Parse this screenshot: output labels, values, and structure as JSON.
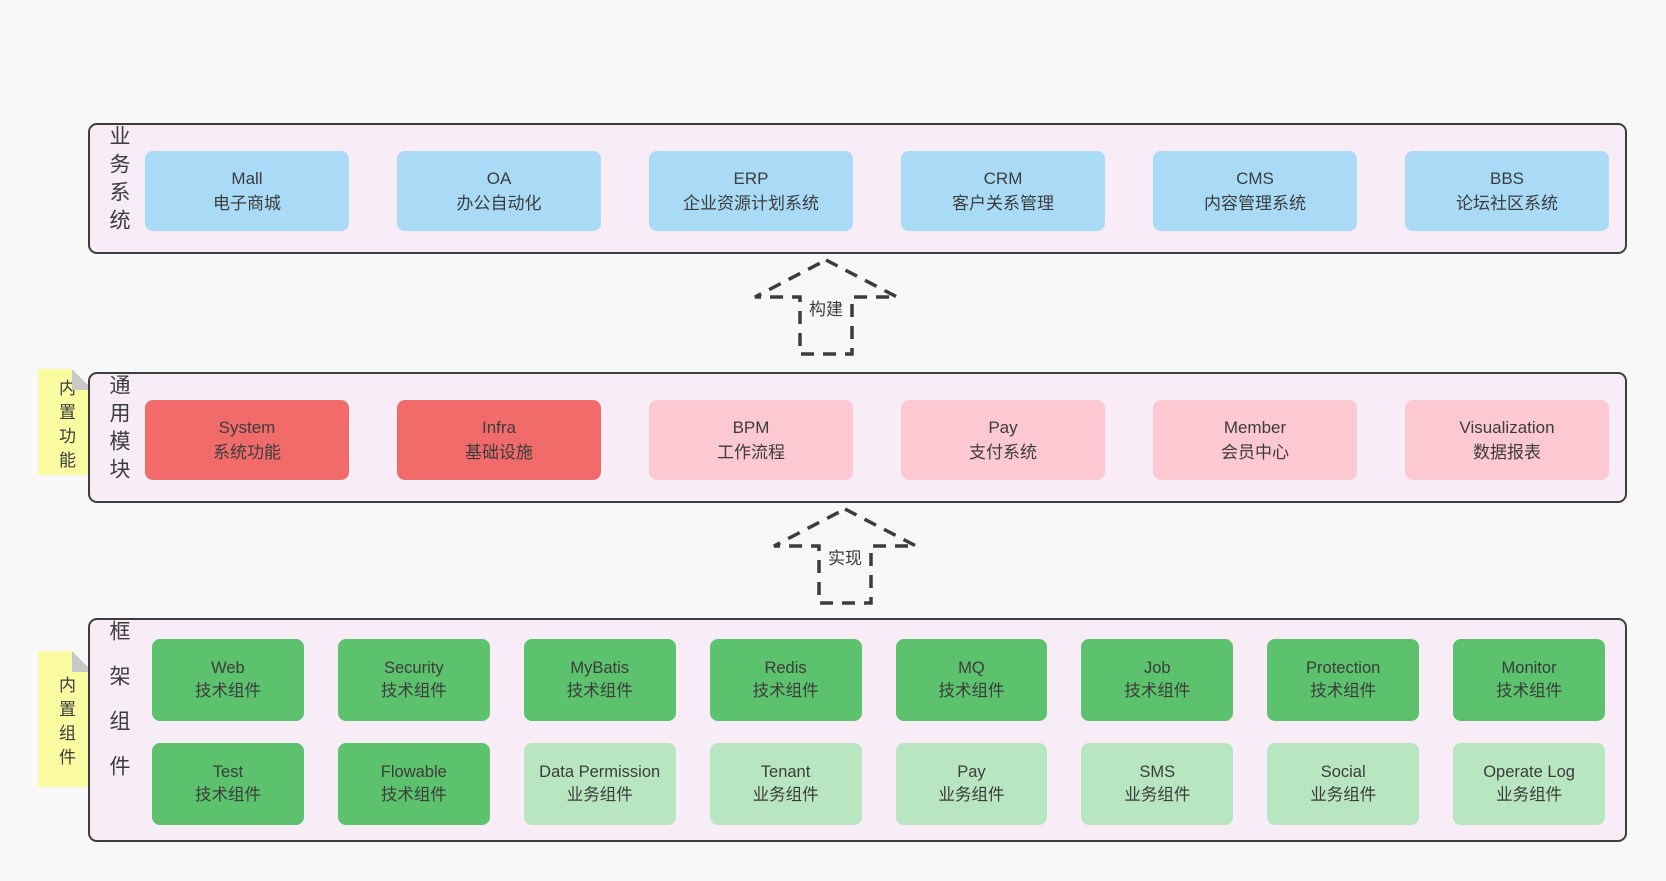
{
  "colors": {
    "page_bg": "#f8f8f8",
    "panel_bg": "#f8ecf6",
    "panel_border": "#3e3e3e",
    "blue_box": "#a9dbf7",
    "red_box": "#f16b6b",
    "pink_box": "#fcc9d3",
    "green_box": "#5cc26d",
    "green_light_box": "#b7e6c0",
    "sticky_note_bg": "#fbfba1",
    "sticky_fold": "#c9c9cc",
    "text": "#3c3c3c"
  },
  "layers": {
    "business": {
      "label": "业务系统",
      "boxes": [
        {
          "name": "Mall",
          "sub": "电子商城",
          "variant": "blue"
        },
        {
          "name": "OA",
          "sub": "办公自动化",
          "variant": "blue"
        },
        {
          "name": "ERP",
          "sub": "企业资源计划系统",
          "variant": "blue"
        },
        {
          "name": "CRM",
          "sub": "客户关系管理",
          "variant": "blue"
        },
        {
          "name": "CMS",
          "sub": "内容管理系统",
          "variant": "blue"
        },
        {
          "name": "BBS",
          "sub": "论坛社区系统",
          "variant": "blue"
        }
      ]
    },
    "modules": {
      "label": "通用模块",
      "note": "内置功能",
      "boxes": [
        {
          "name": "System",
          "sub": "系统功能",
          "variant": "red"
        },
        {
          "name": "Infra",
          "sub": "基础设施",
          "variant": "red"
        },
        {
          "name": "BPM",
          "sub": "工作流程",
          "variant": "pink"
        },
        {
          "name": "Pay",
          "sub": "支付系统",
          "variant": "pink"
        },
        {
          "name": "Member",
          "sub": "会员中心",
          "variant": "pink"
        },
        {
          "name": "Visualization",
          "sub": "数据报表",
          "variant": "pink"
        }
      ]
    },
    "components": {
      "label": "框架组件",
      "note": "内置组件",
      "boxes": [
        {
          "name": "Web",
          "sub": "技术组件",
          "variant": "green"
        },
        {
          "name": "Security",
          "sub": "技术组件",
          "variant": "green"
        },
        {
          "name": "MyBatis",
          "sub": "技术组件",
          "variant": "green"
        },
        {
          "name": "Redis",
          "sub": "技术组件",
          "variant": "green"
        },
        {
          "name": "MQ",
          "sub": "技术组件",
          "variant": "green"
        },
        {
          "name": "Job",
          "sub": "技术组件",
          "variant": "green"
        },
        {
          "name": "Protection",
          "sub": "技术组件",
          "variant": "green"
        },
        {
          "name": "Monitor",
          "sub": "技术组件",
          "variant": "green"
        },
        {
          "name": "Test",
          "sub": "技术组件",
          "variant": "green"
        },
        {
          "name": "Flowable",
          "sub": "技术组件",
          "variant": "green"
        },
        {
          "name": "Data Permission",
          "sub": "业务组件",
          "variant": "green-light"
        },
        {
          "name": "Tenant",
          "sub": "业务组件",
          "variant": "green-light"
        },
        {
          "name": "Pay",
          "sub": "业务组件",
          "variant": "green-light"
        },
        {
          "name": "SMS",
          "sub": "业务组件",
          "variant": "green-light"
        },
        {
          "name": "Social",
          "sub": "业务组件",
          "variant": "green-light"
        },
        {
          "name": "Operate Log",
          "sub": "业务组件",
          "variant": "green-light"
        }
      ]
    }
  },
  "arrows": {
    "build": {
      "label": "构建"
    },
    "implement": {
      "label": "实现"
    }
  }
}
